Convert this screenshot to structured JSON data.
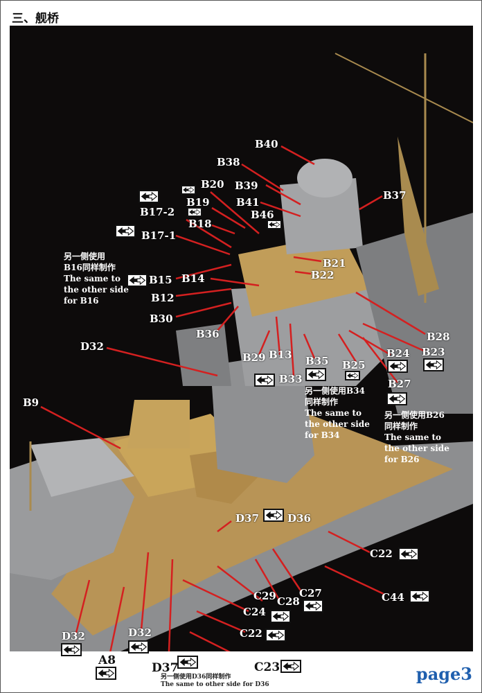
{
  "header": {
    "title": "三、舰桥"
  },
  "footer": {
    "page": "page3"
  },
  "colors": {
    "label": "#ffffff",
    "leader_line": "#d42020",
    "page": "#1f5fae",
    "brass": "#c9a55a",
    "gray": "#8a8a8a"
  },
  "labels": {
    "b40": "B40",
    "b38": "B38",
    "b39": "B39",
    "b20": "B20",
    "b37": "B37",
    "b41": "B41",
    "b19": "B19",
    "b46": "B46",
    "b18": "B18",
    "b17_2": "B17-2",
    "b17_1": "B17-1",
    "b21": "B21",
    "b22": "B22",
    "b15": "B15",
    "b14": "B14",
    "b12": "B12",
    "b30": "B30",
    "b36": "B36",
    "b28": "B28",
    "d32a": "D32",
    "b29": "B29",
    "b13": "B13",
    "b35": "B35",
    "b25": "B25",
    "b24": "B24",
    "b23": "B23",
    "b33": "B33",
    "b27": "B27",
    "b9": "B9",
    "d37a": "D37",
    "d36": "D36",
    "c22a": "C22",
    "c27": "C27",
    "c29": "C29",
    "c28": "C28",
    "c44": "C44",
    "c24": "C24",
    "c22b": "C22",
    "d32b": "D32",
    "d32c": "D32",
    "a8": "A8",
    "d37b": "D37",
    "c23": "C23"
  },
  "notes": {
    "b16": {
      "cn": "另一侧使用",
      "cn2": "B16同样制作",
      "en1": "The same to",
      "en2": "the other side",
      "en3": "for B16"
    },
    "b34": {
      "cn": "另一侧使用B34",
      "cn2": "同样制作",
      "en1": "The same to",
      "en2": "the other side",
      "en3": "for B34"
    },
    "b26": {
      "cn": "另一侧使用B26",
      "cn2": "同样制作",
      "en1": "The same to",
      "en2": "the other side",
      "en3": "for B26"
    },
    "d36": {
      "cn": "另一侧使用D36同样制作",
      "en": "The same to other side for D36"
    }
  },
  "icons": {
    "mirror": "double-arrow-icon"
  }
}
